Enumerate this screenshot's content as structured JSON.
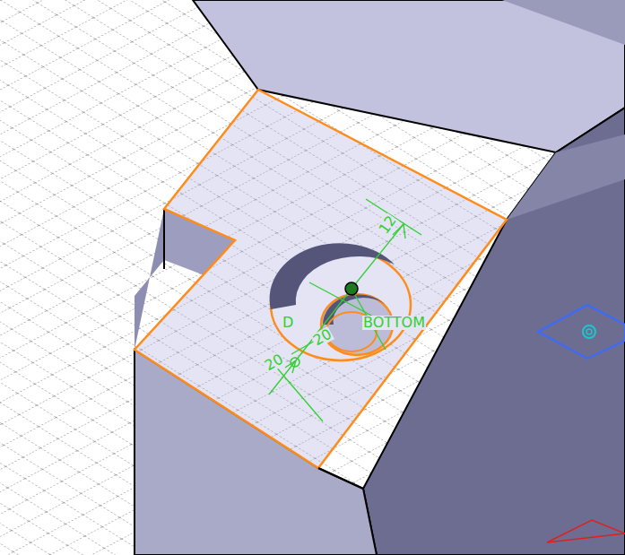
{
  "diagram": {
    "labels": [
      "12",
      "D",
      "BOTTOM",
      "20",
      "20"
    ]
  }
}
